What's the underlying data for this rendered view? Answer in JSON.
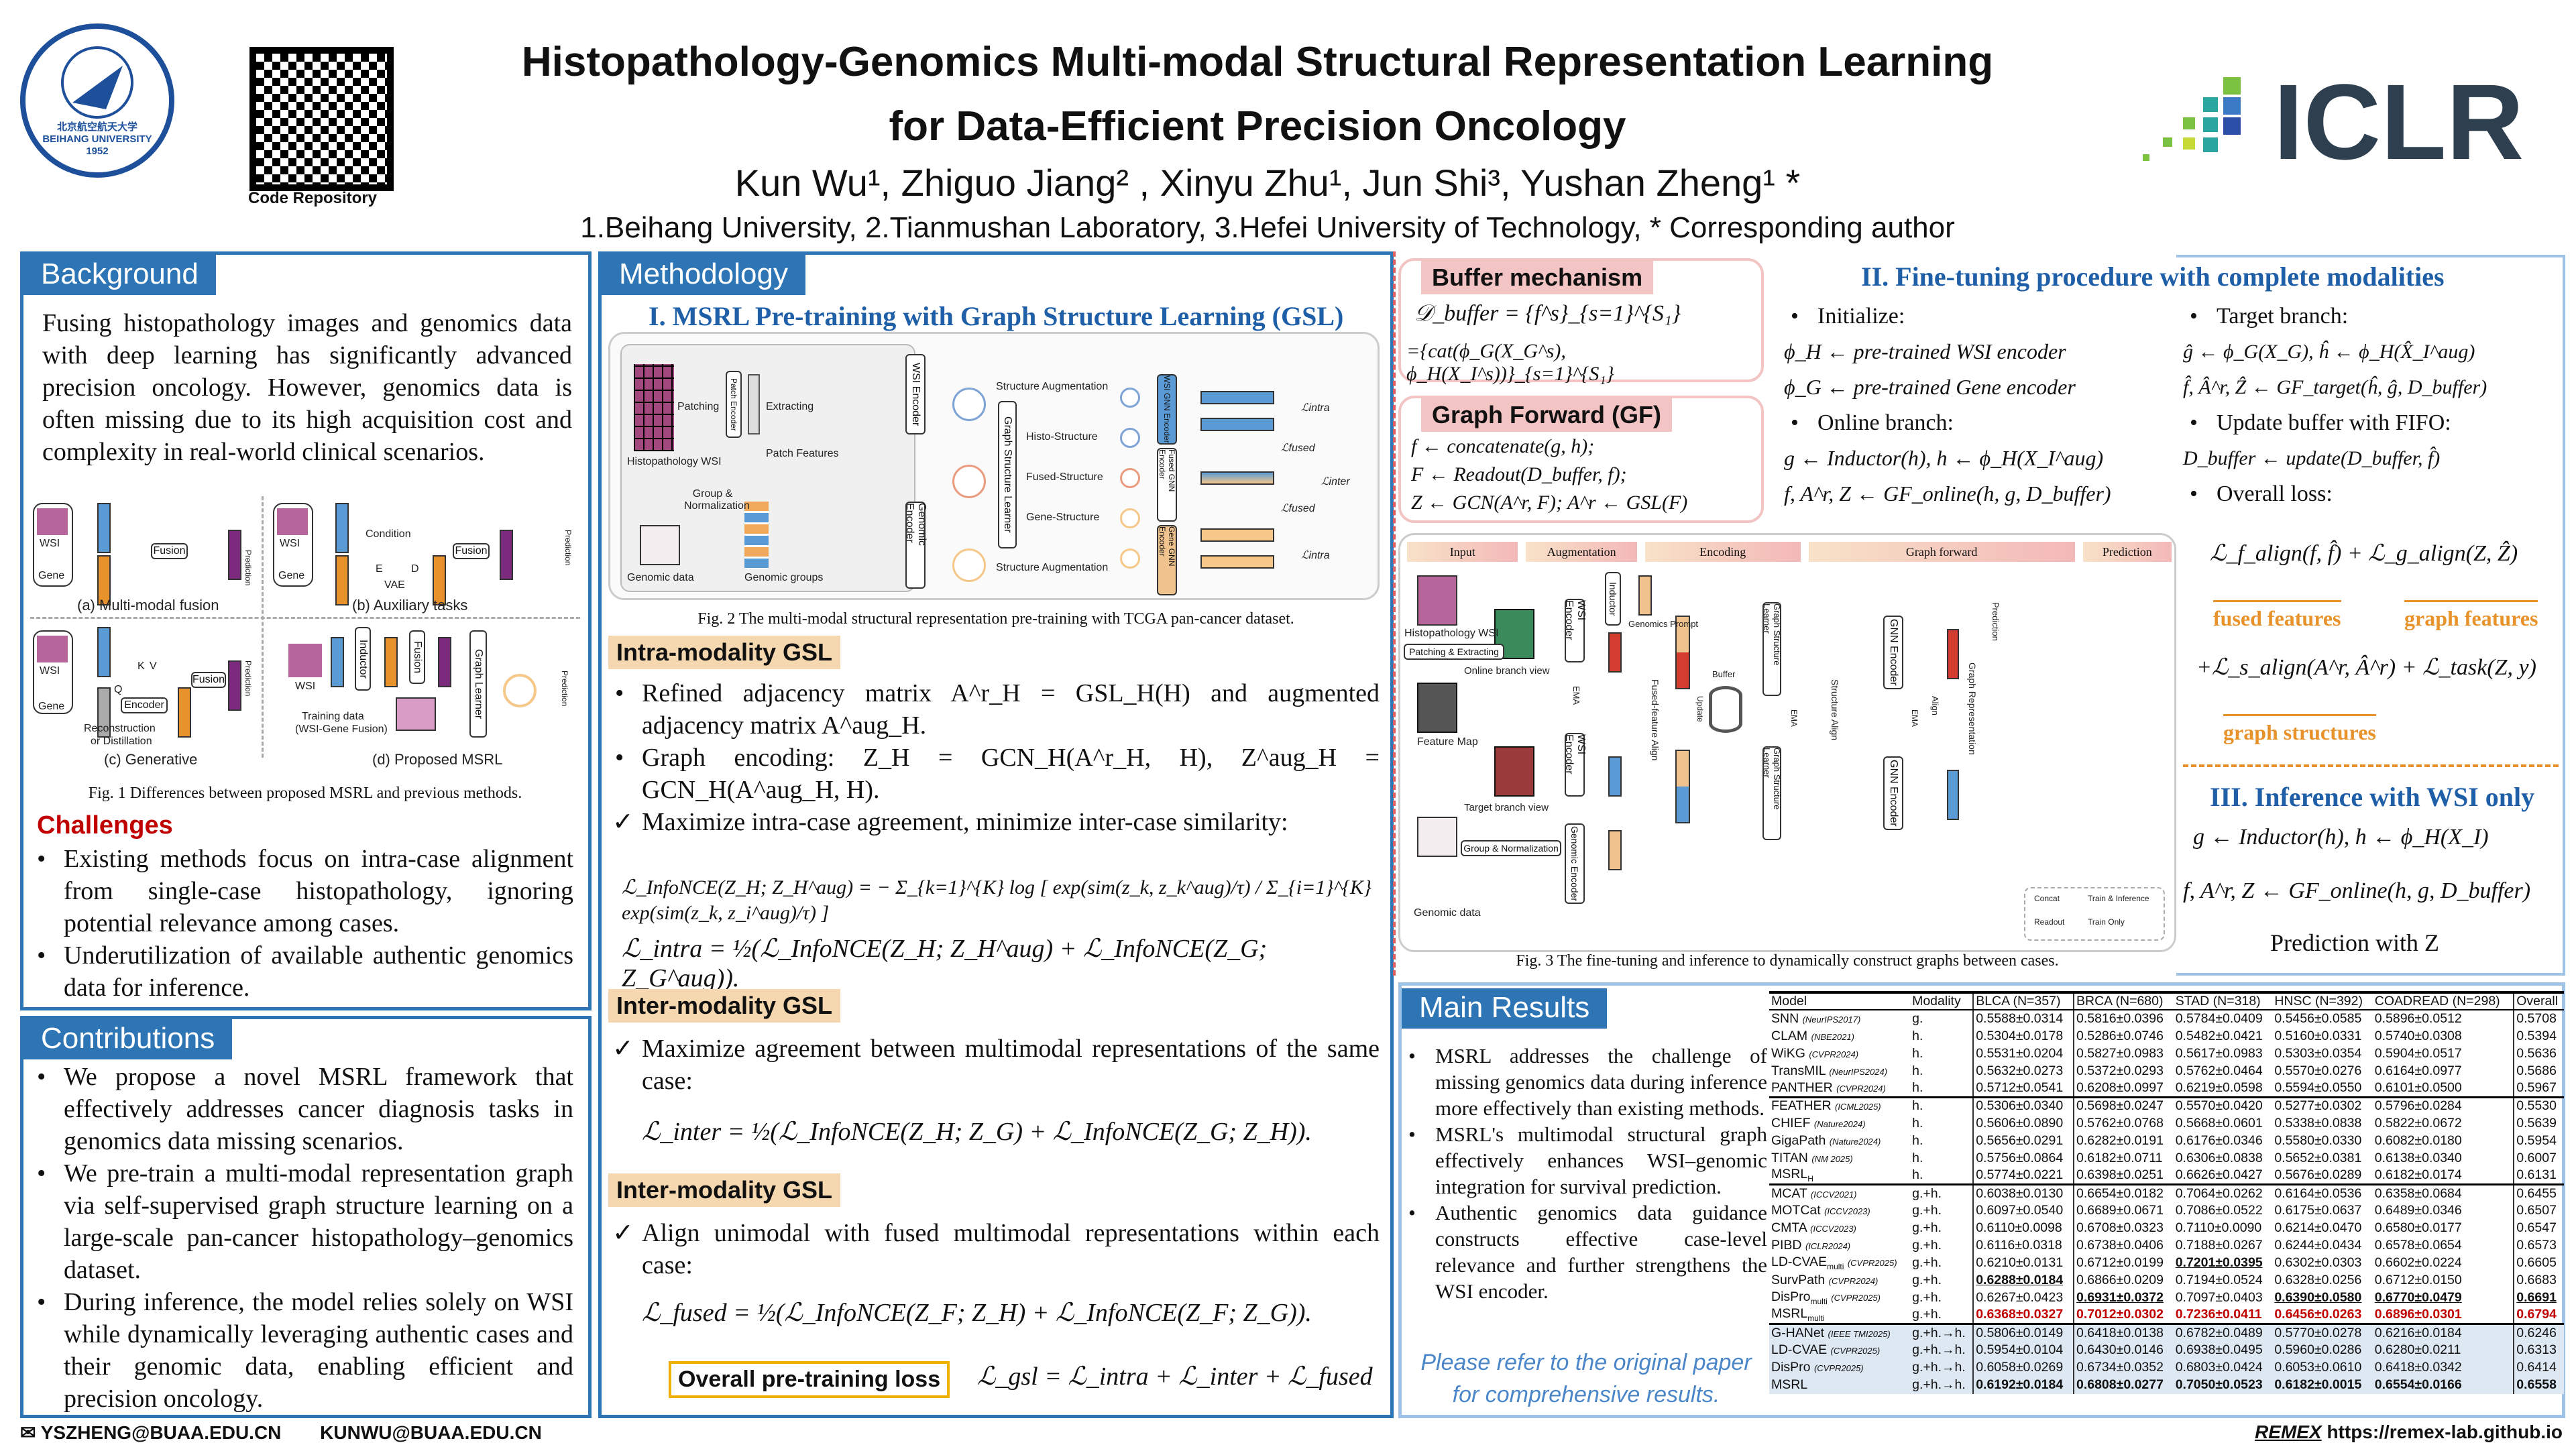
{
  "header": {
    "university_logo_text": "北京航空航天大学 BEIHANG UNIVERSITY 1952",
    "qr_label": "Code Repository",
    "title_line1": "Histopathology-Genomics Multi-modal Structural Representation Learning",
    "title_line2": "for Data-Efficient Precision Oncology",
    "authors": "Kun Wu¹, Zhiguo Jiang² , Xinyu Zhu¹, Jun Shi³, Yushan Zheng¹ *",
    "affiliations": "1.Beihang University, 2.Tianmushan Laboratory, 3.Hefei University of Technology, * Corresponding author",
    "conference_logo": "ICLR"
  },
  "background": {
    "title": "Background",
    "text": "Fusing histopathology images and genomics data with deep learning has significantly advanced precision oncology. However, genomics data is often missing due to its high acquisition cost and complexity in real-world clinical scenarios.",
    "fig1": {
      "labels": [
        "WSI",
        "Gene",
        "Fusion",
        "Prediction",
        "(a) Multi-modal fusion",
        "WSI",
        "Gene",
        "Condition",
        "E",
        "D",
        "VAE",
        "Fusion",
        "Prediction",
        "(b) Auxiliary tasks",
        "WSI",
        "Gene",
        "K",
        "V",
        "Q",
        "Encoder",
        "Fusion",
        "Prediction",
        "Reconstruction",
        "or Distillation",
        "(c) Generative",
        "WSI",
        "Inductor",
        "Fusion",
        "Graph Learner",
        "Prediction",
        "Training data",
        "(WSI-Gene Fusion)",
        "(d) Proposed MSRL"
      ],
      "caption": "Fig. 1 Differences between proposed MSRL and previous methods."
    },
    "challenges_title": "Challenges",
    "challenges": [
      "Existing methods focus on intra-case alignment from single-case histopathology, ignoring potential relevance among cases.",
      "Underutilization of available authentic genomics data for inference."
    ]
  },
  "contributions": {
    "title": "Contributions",
    "items": [
      "We propose a novel MSRL framework that effectively addresses cancer diagnosis tasks in genomics data missing scenarios.",
      "We pre-train a multi-modal representation graph via self-supervised graph structure learning on a large-scale pan-cancer histopathology–genomics dataset.",
      "During inference, the model relies solely on WSI while dynamically leveraging authentic cases and their genomic data, enabling efficient and precision oncology."
    ]
  },
  "methodology": {
    "title": "Methodology",
    "pretrain_title": "I. MSRL Pre-training with Graph Structure Learning (GSL)",
    "fig2": {
      "labels": [
        "Histopathology WSI",
        "Patching",
        "Patch Encoder",
        "Extracting",
        "Patch Features",
        "WSI Encoder",
        "Structure Augmentation",
        "Histo-Structure",
        "Fused-Structure",
        "Gene-Structure",
        "Structure Augmentation",
        "Graph Structure Learner",
        "WSI GNN Encoder",
        "Fused GNN Encoder",
        "Gene GNN Encoder",
        "ℒintra",
        "ℒfused",
        "ℒinter",
        "ℒfused",
        "ℒintra",
        "Genomic data",
        "Group & Normalization",
        "Genomic groups",
        "Genomic Encoder"
      ],
      "caption": "Fig. 2 The multi-modal structural representation pre-training with TCGA pan-cancer dataset."
    },
    "intra_title": "Intra-modality GSL",
    "intra_bullets": [
      "Refined adjacency matrix A^r_H = GSL_H(H) and augmented adjacency matrix A^aug_H.",
      "Graph encoding: Z_H = GCN_H(A^r_H, H), Z^aug_H = GCN_H(A^aug_H, H)."
    ],
    "intra_check": "Maximize intra-case agreement, minimize inter-case similarity:",
    "eq_infonce": "ℒ_InfoNCE(Z_H; Z_H^aug) = − Σ_{k=1}^{K} log [ exp(sim(z_k, z_k^aug)/τ) / Σ_{i=1}^{K} exp(sim(z_k, z_i^aug)/τ) ]",
    "eq_intra": "ℒ_intra = ½(ℒ_InfoNCE(Z_H; Z_H^aug) + ℒ_InfoNCE(Z_G; Z_G^aug)).",
    "inter_title": "Inter-modality GSL",
    "inter_check": "Maximize agreement between multimodal representations of the same case:",
    "eq_inter": "ℒ_inter = ½(ℒ_InfoNCE(Z_H; Z_G) + ℒ_InfoNCE(Z_G; Z_H)).",
    "inter2_title": "Inter-modality GSL",
    "inter2_check": "Align unimodal with fused multimodal representations within each case:",
    "eq_fused": "ℒ_fused = ½(ℒ_InfoNCE(Z_F; Z_H) + ℒ_InfoNCE(Z_F; Z_G)).",
    "overall_label": "Overall pre-training loss",
    "eq_gsl": "ℒ_gsl = ℒ_intra + ℒ_inter + ℒ_fused"
  },
  "finetune": {
    "buffer_title": "Buffer mechanism",
    "buffer_eq1": "𝒟_buffer = {f^s}_{s=1}^{S₁}",
    "buffer_eq2": "={cat(ϕ_G(X_G^s), ϕ_H(X_I^s))}_{s=1}^{S₁}",
    "gf_title": "Graph Forward (GF)",
    "gf_eqs": [
      "f ← concatenate(g, h);",
      "F ← Readout(D_buffer, f);",
      "Z ← GCN(A^r, F); A^r ← GSL(F)"
    ],
    "title": "II. Fine-tuning procedure with complete modalities",
    "col1": [
      "Initialize:",
      "ϕ_H ← pre-trained WSI encoder",
      "ϕ_G ← pre-trained Gene encoder",
      "Online branch:",
      "g ← Inductor(h), h ← ϕ_H(X_I^aug)",
      "f, A^r, Z ← GF_online(h, g, D_buffer)"
    ],
    "col2": [
      "Target branch:",
      "ĝ ← ϕ_G(X_G), ĥ ← ϕ_H(X̂_I^aug)",
      "f̂, Â^r, Ẑ ← GF_target(ĥ, ĝ, D_buffer)",
      "Update buffer with FIFO:",
      "D_buffer ← update(D_buffer, f̂)",
      "Overall loss:"
    ],
    "loss1": "ℒ_f_align(f, f̂) + ℒ_g_align(Z, Ẑ)",
    "fused_features": "fused features",
    "graph_features": "graph features",
    "loss2": "+ℒ_s_align(A^r, Â^r) + ℒ_task(Z, y)",
    "graph_structures": "graph structures",
    "fig3": {
      "stages": [
        "Input",
        "Augmentation",
        "Encoding",
        "Graph forward",
        "Prediction"
      ],
      "labels": [
        "Histopathology WSI",
        "Patching & Extracting",
        "Feature Map",
        "Online branch view",
        "Target branch view",
        "WSI Encoder",
        "WSI Encoder",
        "Inductor",
        "Genomics Prompt",
        "Genomic data",
        "Group & Normalization",
        "Genomic Encoder",
        "EMA",
        "Fused-feature Align",
        "Buffer",
        "Update",
        "Graph Structure Learner",
        "Graph Structure Learner",
        "EMA",
        "Structure Align",
        "GNN Encoder",
        "GNN Encoder",
        "EMA",
        "Align",
        "Graph Representation",
        "Prediction",
        "Concat",
        "Readout",
        "Train & Inference",
        "Train Only"
      ],
      "caption": "Fig. 3 The fine-tuning and inference to dynamically construct graphs between cases."
    },
    "inference_title": "III. Inference with WSI only",
    "inf_eq1": "g ← Inductor(h), h ← ϕ_H(X_I)",
    "inf_eq2": "f, A^r, Z ← GF_online(h, g, D_buffer)",
    "inf_pred": "Prediction with Z"
  },
  "results": {
    "title": "Main Results",
    "bullets": [
      "MSRL addresses the challenge of missing genomics data during inference more effectively than existing methods.",
      "MSRL's multimodal structural graph effectively enhances WSI–genomic integration for survival prediction.",
      "Authentic genomics data guidance constructs effective case-level relevance and further strengthens the WSI encoder."
    ],
    "note": "Please refer to the original paper for comprehensive results.",
    "columns": [
      "Model",
      "Modality",
      "BLCA (N=357)",
      "BRCA (N=680)",
      "STAD (N=318)",
      "HNSC (N=392)",
      "COADREAD (N=298)",
      "Overall"
    ],
    "rows": [
      {
        "model": "SNN",
        "sub": "",
        "venue": "(NeurIPS2017)",
        "mod": "g.",
        "vals": [
          "0.5588±0.0314",
          "0.5816±0.0396",
          "0.5784±0.0409",
          "0.5456±0.0585",
          "0.5896±0.0512",
          "0.5708"
        ]
      },
      {
        "model": "CLAM",
        "sub": "",
        "venue": "(NBE2021)",
        "mod": "h.",
        "vals": [
          "0.5304±0.0178",
          "0.5286±0.0746",
          "0.5482±0.0421",
          "0.5160±0.0331",
          "0.5740±0.0308",
          "0.5394"
        ]
      },
      {
        "model": "WiKG",
        "sub": "",
        "venue": "(CVPR2024)",
        "mod": "h.",
        "vals": [
          "0.5531±0.0204",
          "0.5827±0.0983",
          "0.5617±0.0983",
          "0.5303±0.0354",
          "0.5904±0.0517",
          "0.5636"
        ]
      },
      {
        "model": "TransMIL",
        "sub": "",
        "venue": "(NeurIPS2024)",
        "mod": "h.",
        "vals": [
          "0.5632±0.0273",
          "0.5372±0.0293",
          "0.5762±0.0464",
          "0.5570±0.0276",
          "0.6164±0.0977",
          "0.5686"
        ]
      },
      {
        "model": "PANTHER",
        "sub": "",
        "venue": "(CVPR2024)",
        "mod": "h.",
        "vals": [
          "0.5712±0.0541",
          "0.6208±0.0997",
          "0.6219±0.0598",
          "0.5594±0.0550",
          "0.6101±0.0500",
          "0.5967"
        ]
      },
      {
        "model": "FEATHER",
        "sub": "",
        "venue": "(ICML2025)",
        "mod": "h.",
        "sep": true,
        "vals": [
          "0.5306±0.0340",
          "0.5698±0.0247",
          "0.5570±0.0420",
          "0.5277±0.0302",
          "0.5796±0.0284",
          "0.5530"
        ]
      },
      {
        "model": "CHIEF",
        "sub": "",
        "venue": "(Nature2024)",
        "mod": "h.",
        "vals": [
          "0.5606±0.0890",
          "0.5762±0.0768",
          "0.5668±0.0601",
          "0.5338±0.0838",
          "0.5822±0.0672",
          "0.5639"
        ]
      },
      {
        "model": "GigaPath",
        "sub": "",
        "venue": "(Nature2024)",
        "mod": "h.",
        "vals": [
          "0.5656±0.0291",
          "0.6282±0.0191",
          "0.6176±0.0346",
          "0.5580±0.0330",
          "0.6082±0.0180",
          "0.5954"
        ]
      },
      {
        "model": "TITAN",
        "sub": "",
        "venue": "(NM 2025)",
        "mod": "h.",
        "vals": [
          "0.5756±0.0864",
          "0.6182±0.0711",
          "0.6306±0.0838",
          "0.5652±0.0381",
          "0.6138±0.0340",
          "0.6007"
        ]
      },
      {
        "model": "MSRL",
        "sub": "H",
        "venue": "",
        "mod": "h.",
        "vals": [
          "0.5774±0.0221",
          "0.6398±0.0251",
          "0.6626±0.0427",
          "0.5676±0.0289",
          "0.6182±0.0174",
          "0.6131"
        ]
      },
      {
        "model": "MCAT",
        "sub": "",
        "venue": "(ICCV2021)",
        "mod": "g.+h.",
        "sep": true,
        "vals": [
          "0.6038±0.0130",
          "0.6654±0.0182",
          "0.7064±0.0262",
          "0.6164±0.0536",
          "0.6358±0.0684",
          "0.6455"
        ]
      },
      {
        "model": "MOTCat",
        "sub": "",
        "venue": "(ICCV2023)",
        "mod": "g.+h.",
        "vals": [
          "0.6097±0.0540",
          "0.6689±0.0671",
          "0.7086±0.0522",
          "0.6175±0.0637",
          "0.6489±0.0346",
          "0.6507"
        ]
      },
      {
        "model": "CMTA",
        "sub": "",
        "venue": "(ICCV2023)",
        "mod": "g.+h.",
        "vals": [
          "0.6110±0.0098",
          "0.6708±0.0323",
          "0.7110±0.0090",
          "0.6214±0.0470",
          "0.6580±0.0177",
          "0.6547"
        ]
      },
      {
        "model": "PIBD",
        "sub": "",
        "venue": "(ICLR2024)",
        "mod": "g.+h.",
        "vals": [
          "0.6116±0.0318",
          "0.6738±0.0406",
          "0.7188±0.0267",
          "0.6244±0.0434",
          "0.6578±0.0654",
          "0.6573"
        ]
      },
      {
        "model": "LD-CVAE",
        "sub": "multi",
        "venue": "(CVPR2025)",
        "mod": "g.+h.",
        "underline": [
          2
        ],
        "vals": [
          "0.6210±0.0131",
          "0.6712±0.0199",
          "0.7201±0.0395",
          "0.6302±0.0303",
          "0.6602±0.0224",
          "0.6605"
        ]
      },
      {
        "model": "SurvPath",
        "sub": "",
        "venue": "(CVPR2024)",
        "mod": "g.+h.",
        "underline": [
          0
        ],
        "vals": [
          "0.6288±0.0184",
          "0.6866±0.0209",
          "0.7194±0.0524",
          "0.6328±0.0256",
          "0.6712±0.0150",
          "0.6683"
        ]
      },
      {
        "model": "DisPro",
        "sub": "multi",
        "venue": "(CVPR2025)",
        "mod": "g.+h.",
        "underline": [
          1,
          3,
          4,
          5
        ],
        "vals": [
          "0.6267±0.0423",
          "0.6931±0.0372",
          "0.7097±0.0403",
          "0.6390±0.0580",
          "0.6770±0.0479",
          "0.6691"
        ]
      },
      {
        "model": "MSRL",
        "sub": "multi",
        "venue": "",
        "mod": "g.+h.",
        "emph": "red",
        "vals": [
          "0.6368±0.0327",
          "0.7012±0.0302",
          "0.7236±0.0411",
          "0.6456±0.0263",
          "0.6896±0.0301",
          "0.6794"
        ]
      },
      {
        "model": "G-HANet",
        "sub": "",
        "venue": "(IEEE TMI2025)",
        "mod": "g.+h.→h.",
        "sep": true,
        "blue": true,
        "vals": [
          "0.5806±0.0149",
          "0.6418±0.0138",
          "0.6782±0.0489",
          "0.5770±0.0278",
          "0.6216±0.0184",
          "0.6246"
        ]
      },
      {
        "model": "LD-CVAE",
        "sub": "",
        "venue": "(CVPR2025)",
        "mod": "g.+h.→h.",
        "blue": true,
        "vals": [
          "0.5954±0.0104",
          "0.6430±0.0146",
          "0.6938±0.0495",
          "0.5960±0.0286",
          "0.6280±0.0211",
          "0.6313"
        ]
      },
      {
        "model": "DisPro",
        "sub": "",
        "venue": "(CVPR2025)",
        "mod": "g.+h.→h.",
        "blue": true,
        "vals": [
          "0.6058±0.0269",
          "0.6734±0.0352",
          "0.6803±0.0424",
          "0.6053±0.0610",
          "0.6418±0.0342",
          "0.6414"
        ]
      },
      {
        "model": "MSRL",
        "sub": "",
        "venue": "",
        "mod": "g.+h.→h.",
        "blue": true,
        "emph": "bold",
        "vals": [
          "0.6192±0.0184",
          "0.6808±0.0277",
          "0.7050±0.0523",
          "0.6182±0.0015",
          "0.6554±0.0166",
          "0.6558"
        ]
      }
    ]
  },
  "footer": {
    "emails": [
      "YSZHENG@BUAA.EDU.CN",
      "KUNWU@BUAA.EDU.CN"
    ],
    "lab_logo": "REMEX",
    "lab_url": "https://remex-lab.github.io"
  },
  "colors": {
    "section_blue": "#2e75b6",
    "subhead_blue": "#1f5fa8",
    "accent_orange": "#e8922b",
    "highlight_red": "#c00000",
    "tan": "#f6d8b0",
    "pink": "#f2c4c4"
  }
}
